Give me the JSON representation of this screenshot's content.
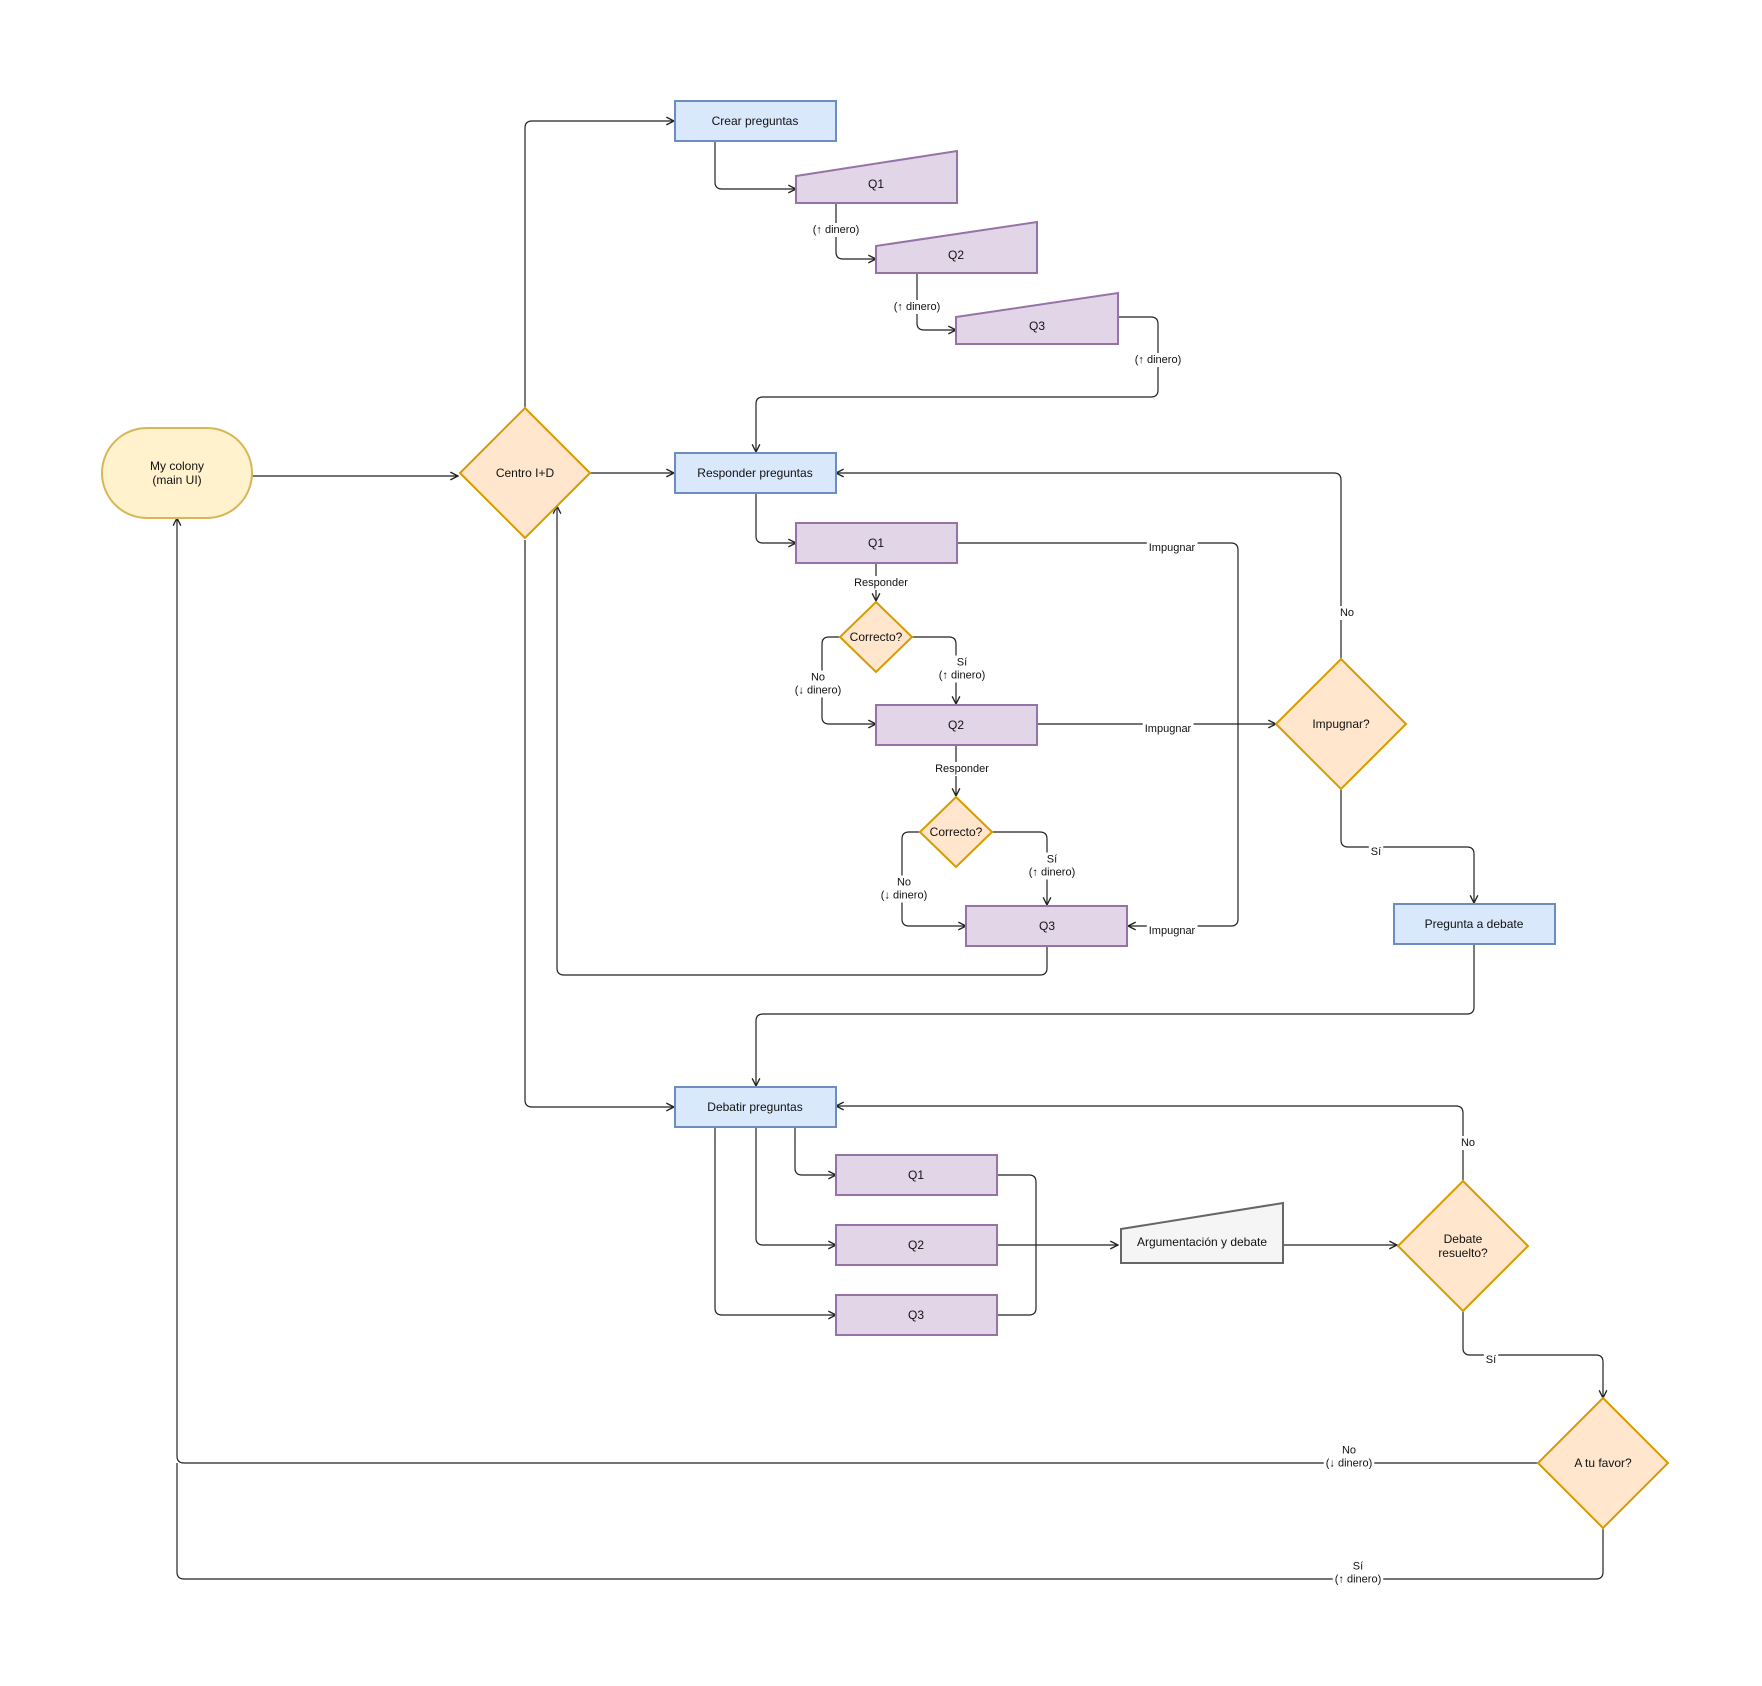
{
  "colors": {
    "terminal_fill": "#fff2cc",
    "terminal_stroke": "#d6b656",
    "process_fill": "#dae8fc",
    "process_stroke": "#6c8ebf",
    "question_fill": "#e1d5e7",
    "question_stroke": "#9673a6",
    "decision_fill": "#ffe6cc",
    "decision_stroke": "#d79b00",
    "manual_fill": "#f5f5f5",
    "manual_stroke": "#666666"
  },
  "nodes": {
    "my_colony": [
      "My colony",
      "(main UI)"
    ],
    "centro": [
      "Centro I+D"
    ],
    "crear": [
      "Crear preguntas"
    ],
    "cq1": [
      "Q1"
    ],
    "cq2": [
      "Q2"
    ],
    "cq3": [
      "Q3"
    ],
    "responder": [
      "Responder preguntas"
    ],
    "rq1": [
      "Q1"
    ],
    "rq2": [
      "Q2"
    ],
    "rq3": [
      "Q3"
    ],
    "correcto1": [
      "Correcto?"
    ],
    "correcto2": [
      "Correcto?"
    ],
    "impugnar_q": [
      "Impugnar?"
    ],
    "pregunta_debate": [
      "Pregunta a debate"
    ],
    "debatir": [
      "Debatir preguntas"
    ],
    "dq1": [
      "Q1"
    ],
    "dq2": [
      "Q2"
    ],
    "dq3": [
      "Q3"
    ],
    "argumentacion": [
      "Argumentación y debate"
    ],
    "debate_resuelto": [
      "Debate",
      "resuelto?"
    ],
    "a_tu_favor": [
      "A tu favor?"
    ]
  },
  "edge_labels": {
    "mas_dinero_1": [
      "(↑ dinero)"
    ],
    "mas_dinero_2": [
      "(↑ dinero)"
    ],
    "mas_dinero_3": [
      "(↑ dinero)"
    ],
    "impugnar_1": [
      "Impugnar"
    ],
    "impugnar_2": [
      "Impugnar"
    ],
    "impugnar_3": [
      "Impugnar"
    ],
    "responder_1": [
      "Responder"
    ],
    "responder_2": [
      "Responder"
    ],
    "no1": [
      "No",
      "(↓ dinero)"
    ],
    "si1": [
      "Sí",
      "(↑ dinero)"
    ],
    "no2": [
      "No",
      "(↓ dinero)"
    ],
    "si2": [
      "Sí",
      "(↑ dinero)"
    ],
    "impugnar_no": [
      "No"
    ],
    "impugnar_si": [
      "Sí"
    ],
    "debate_no": [
      "No"
    ],
    "debate_si": [
      "Sí"
    ],
    "favor_no": [
      "No",
      "(↓ dinero)"
    ],
    "favor_si": [
      "Sí",
      "(↑ dinero)"
    ]
  }
}
